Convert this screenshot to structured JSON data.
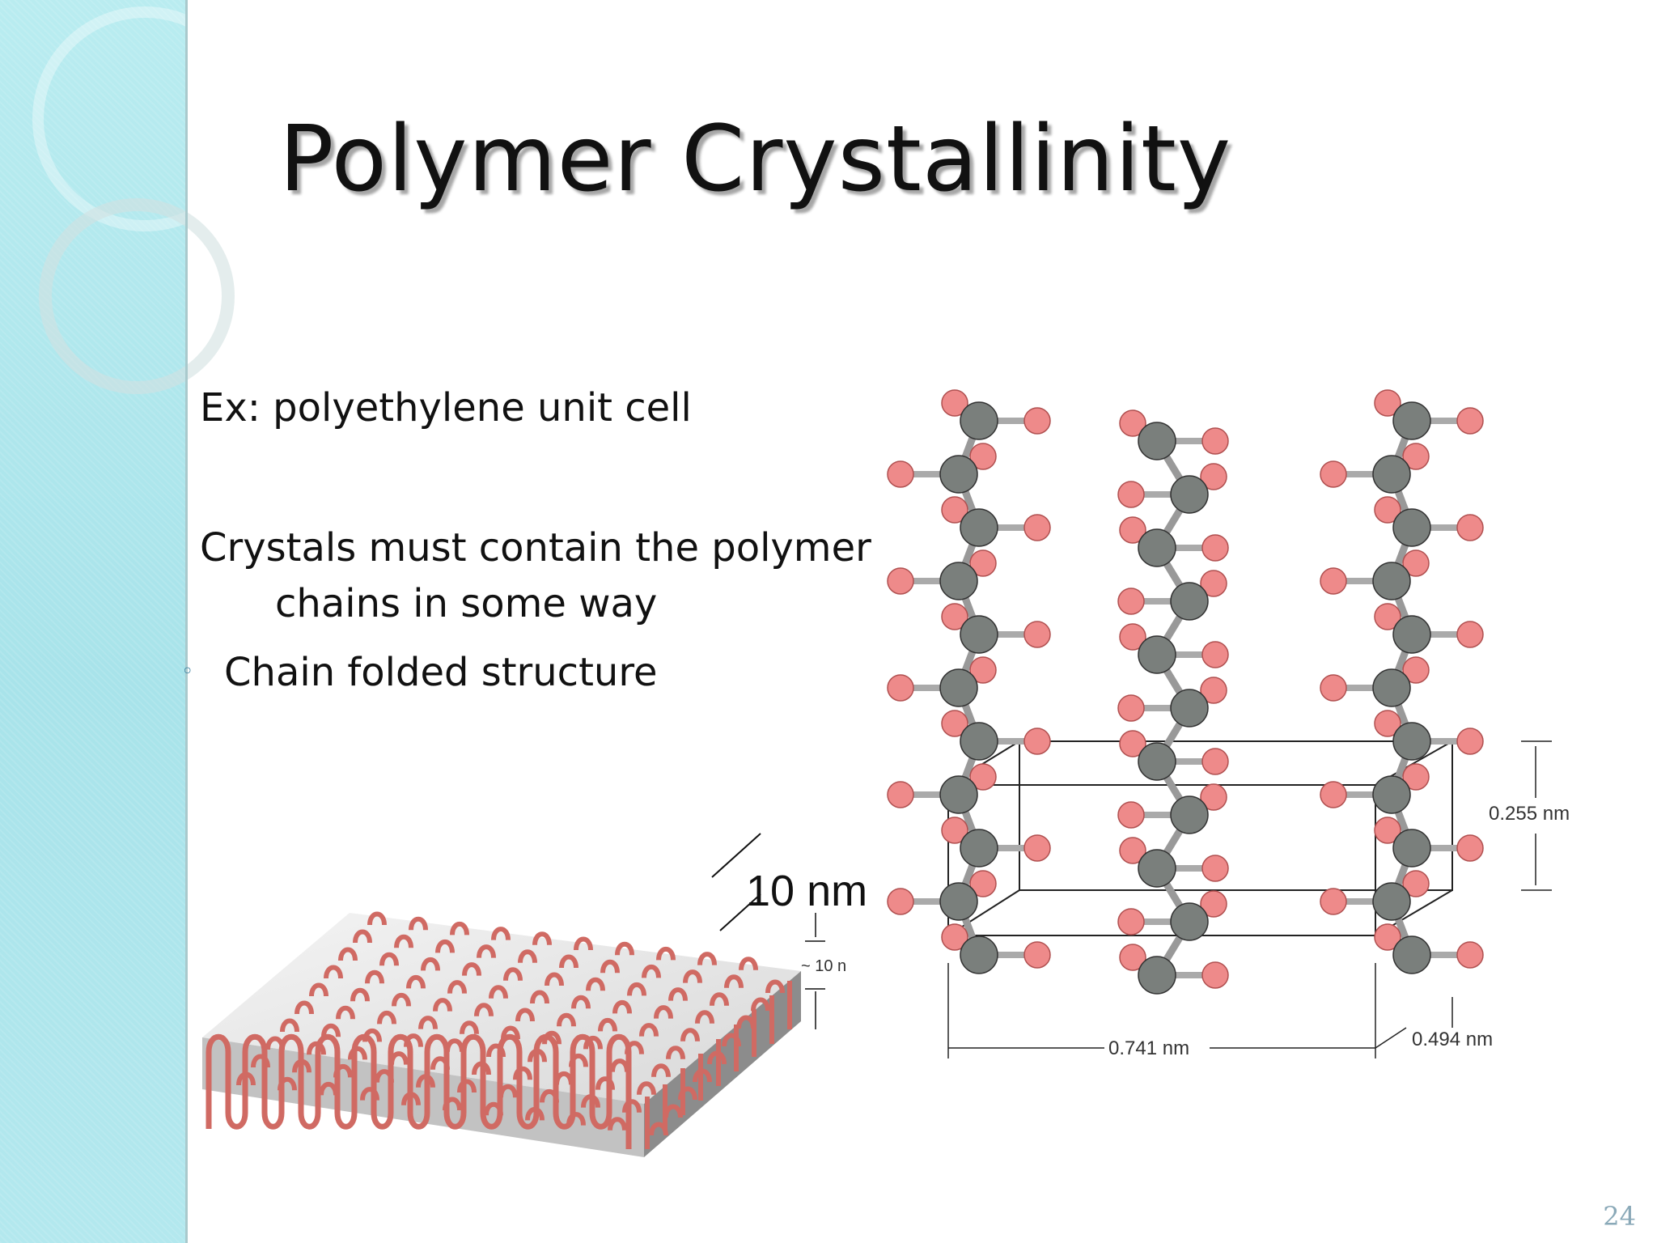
{
  "slide": {
    "title": "Polymer Crystallinity",
    "line1": "Ex: polyethylene unit cell",
    "line2a": "Crystals must contain the polymer",
    "line2b": "chains in some way",
    "bullet": "Chain folded structure",
    "page_number": "24"
  },
  "lamella_figure": {
    "scale_label": "10 nm",
    "thickness_label": "~ 10 n"
  },
  "unit_cell_figure": {
    "dim_a": "0.741 nm",
    "dim_b": "0.494 nm",
    "dim_c": "0.255 nm"
  },
  "colors": {
    "sidebar": "#a8e3ea",
    "carbon_atom": "#7a7f7c",
    "hydrogen_atom": "#ee8a8a",
    "fold_tube": "#d06a63",
    "bullet": "#3a7f9e"
  }
}
